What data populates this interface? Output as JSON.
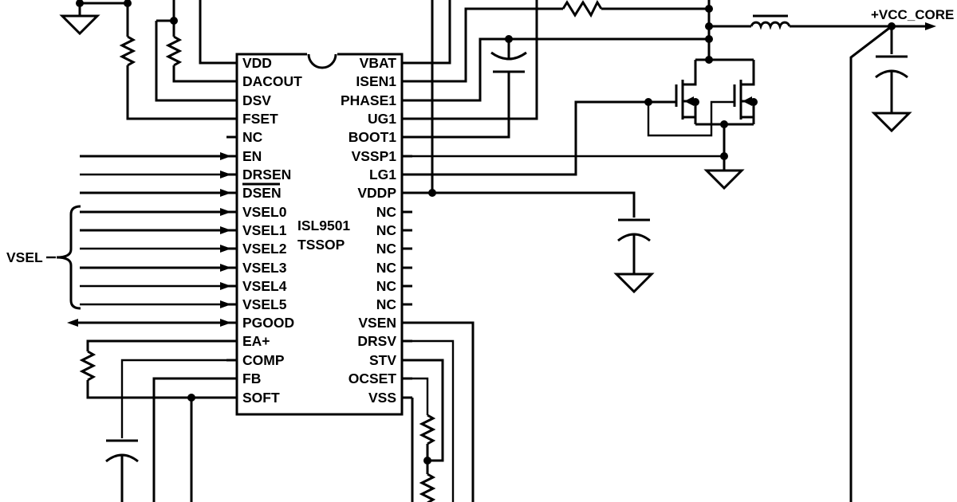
{
  "schematic": {
    "ic": {
      "name": "ISL9501",
      "package": "TSSOP",
      "left_pins": [
        "VDD",
        "DACOUT",
        "DSV",
        "FSET",
        "NC",
        "EN",
        "DRSEN",
        "DSEN",
        "VSEL0",
        "VSEL1",
        "VSEL2",
        "VSEL3",
        "VSEL4",
        "VSEL5",
        "PGOOD",
        "EA+",
        "COMP",
        "FB",
        "SOFT"
      ],
      "right_pins": [
        "VBAT",
        "ISEN1",
        "PHASE1",
        "UG1",
        "BOOT1",
        "VSSP1",
        "LG1",
        "VDDP",
        "NC",
        "NC",
        "NC",
        "NC",
        "NC",
        "NC",
        "VSEN",
        "DRSV",
        "STV",
        "OCSET",
        "VSS"
      ],
      "overlined_pins": [
        "DSEN"
      ]
    },
    "net_labels": {
      "output": "+VCC_CORE",
      "select_bus": "VSEL"
    },
    "colors": {
      "line": "#000000",
      "background": "#ffffff"
    }
  }
}
